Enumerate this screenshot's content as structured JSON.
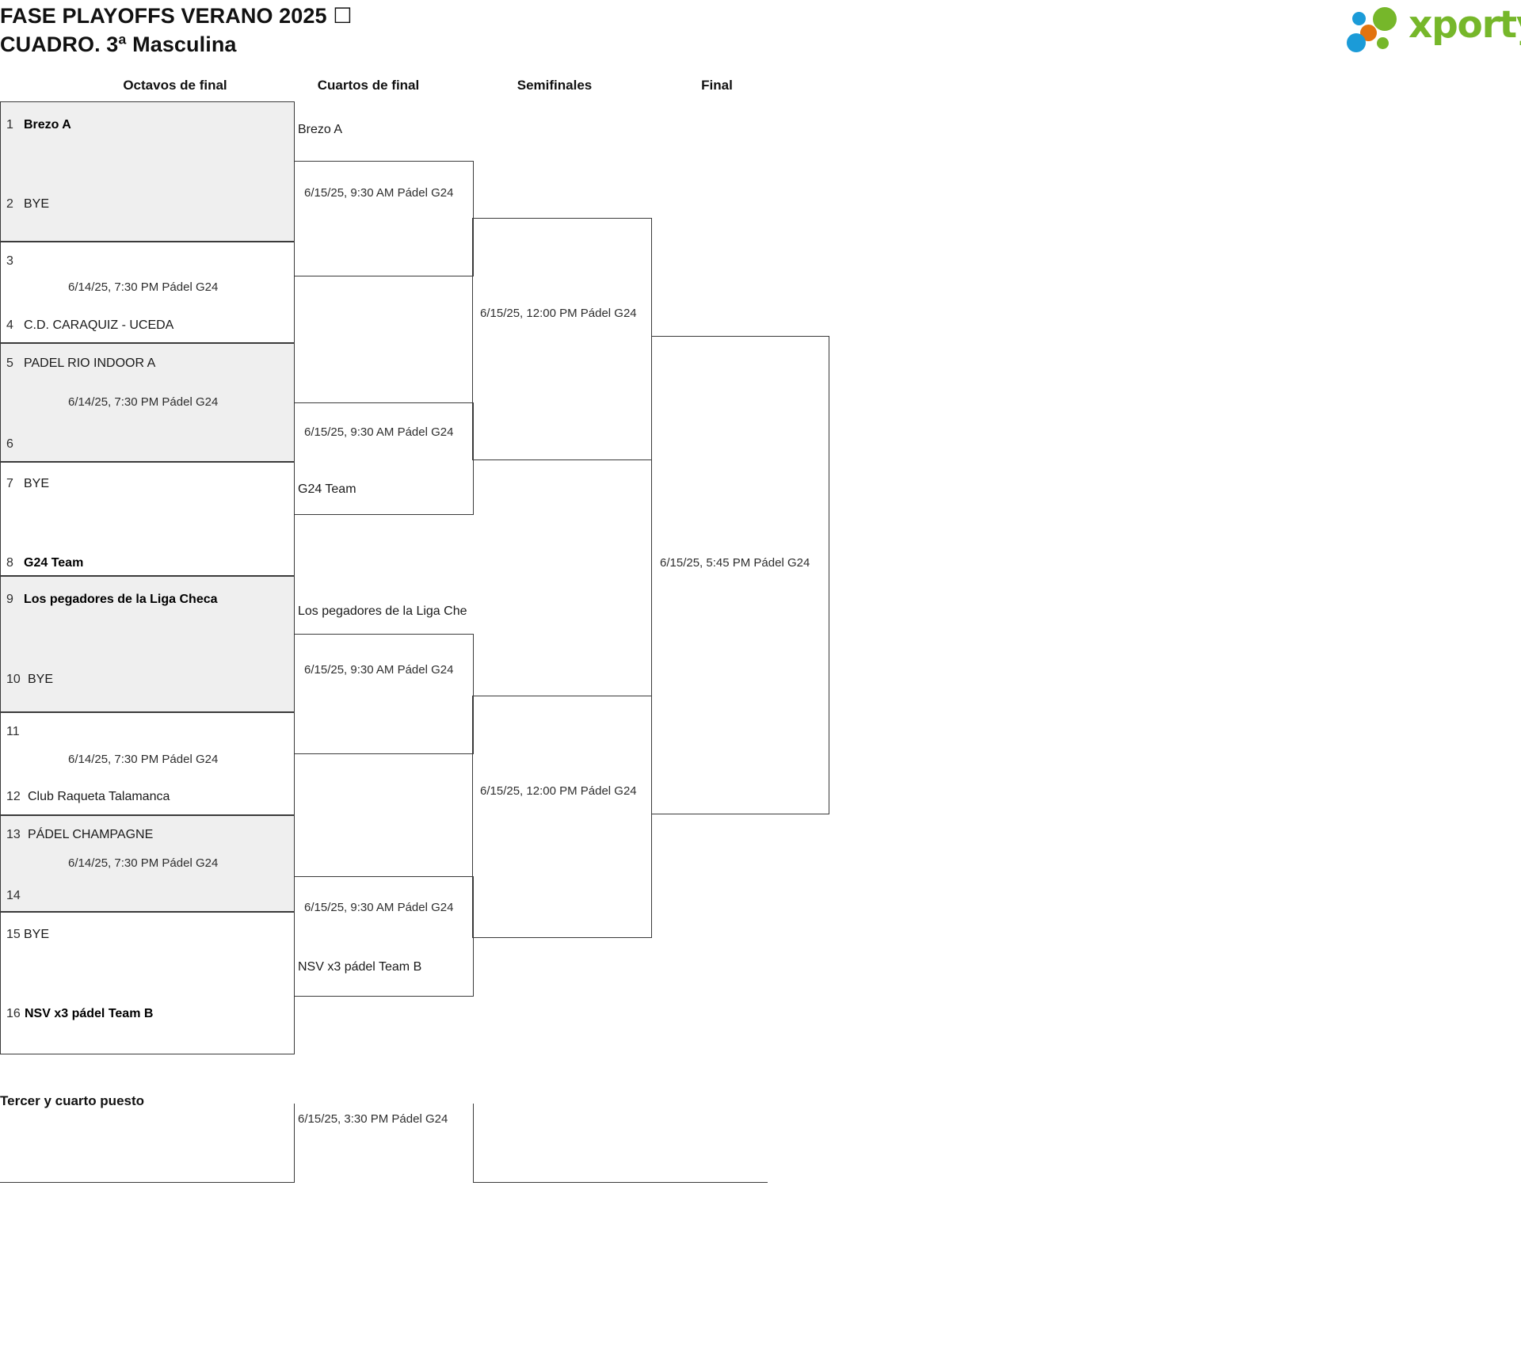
{
  "header": {
    "title_line1": "FASE PLAYOFFS VERANO 2025 ☐",
    "title_line2": "CUADRO. 3ª Masculina",
    "logo_text": "xporty",
    "logo_colors": {
      "green": "#76b72a",
      "blue": "#1b9bd8",
      "orange": "#e2730f"
    }
  },
  "rounds": [
    {
      "id": "r16",
      "label": "Octavos de final"
    },
    {
      "id": "qf",
      "label": "Cuartos de final"
    },
    {
      "id": "sf",
      "label": "Semifinales"
    },
    {
      "id": "f",
      "label": "Final"
    }
  ],
  "round_of_16": {
    "seeds": [
      {
        "num": "1",
        "name": "Brezo A",
        "winner": true,
        "shaded": true
      },
      {
        "num": "2",
        "name": "BYE",
        "winner": false,
        "shaded": true
      },
      {
        "num": "3",
        "name": "",
        "winner": false,
        "shaded": false
      },
      {
        "num": "4",
        "name": "C.D. CARAQUIZ - UCEDA",
        "winner": false,
        "shaded": false
      },
      {
        "num": "5",
        "name": "PADEL RIO INDOOR A",
        "winner": false,
        "shaded": true
      },
      {
        "num": "6",
        "name": "",
        "winner": false,
        "shaded": true
      },
      {
        "num": "7",
        "name": "BYE",
        "winner": false,
        "shaded": false
      },
      {
        "num": "8",
        "name": "G24 Team",
        "winner": true,
        "shaded": false
      },
      {
        "num": "9",
        "name": "Los pegadores de la Liga Checa",
        "winner": true,
        "shaded": true
      },
      {
        "num": "10",
        "name": "BYE",
        "winner": false,
        "shaded": true
      },
      {
        "num": "11",
        "name": "",
        "winner": false,
        "shaded": false
      },
      {
        "num": "12",
        "name": "Club Raqueta Talamanca",
        "winner": false,
        "shaded": false
      },
      {
        "num": "13",
        "name": "PÁDEL CHAMPAGNE",
        "winner": false,
        "shaded": true
      },
      {
        "num": "14",
        "name": "",
        "winner": false,
        "shaded": true
      },
      {
        "num": "15",
        "name": "BYE",
        "winner": false,
        "shaded": false
      },
      {
        "num": "16",
        "name": "NSV x3 pádel Team B",
        "winner": true,
        "shaded": false
      }
    ],
    "matches": [
      {
        "id": "r16-m2",
        "label": "6/14/25, 7:30 PM Pádel G24"
      },
      {
        "id": "r16-m3",
        "label": "6/14/25, 7:30 PM Pádel G24"
      },
      {
        "id": "r16-m6",
        "label": "6/14/25, 7:30 PM Pádel G24"
      },
      {
        "id": "r16-m7",
        "label": "6/14/25, 7:30 PM Pádel G24"
      }
    ]
  },
  "quarter_finals": {
    "advanced": [
      {
        "id": "qf-a1",
        "name": "Brezo A"
      },
      {
        "id": "qf-a2",
        "name": "G24 Team"
      },
      {
        "id": "qf-a3",
        "name": "Los pegadores de la Liga Che"
      },
      {
        "id": "qf-a4",
        "name": "NSV x3 pádel Team B"
      }
    ],
    "matches": [
      {
        "id": "qf-m1",
        "label": "6/15/25, 9:30 AM Pádel G24"
      },
      {
        "id": "qf-m2",
        "label": "6/15/25, 9:30 AM Pádel G24"
      },
      {
        "id": "qf-m3",
        "label": "6/15/25, 9:30 AM Pádel G24"
      },
      {
        "id": "qf-m4",
        "label": "6/15/25, 9:30 AM Pádel G24"
      }
    ]
  },
  "semi_finals": {
    "matches": [
      {
        "id": "sf-m1",
        "label": "6/15/25, 12:00 PM Pádel G24"
      },
      {
        "id": "sf-m2",
        "label": "6/15/25, 12:00 PM Pádel G24"
      }
    ]
  },
  "final": {
    "matches": [
      {
        "id": "f-m1",
        "label": "6/15/25, 5:45 PM Pádel G24"
      }
    ]
  },
  "third_place": {
    "title": "Tercer y cuarto puesto",
    "match_label": "6/15/25, 3:30 PM Pádel G24"
  }
}
